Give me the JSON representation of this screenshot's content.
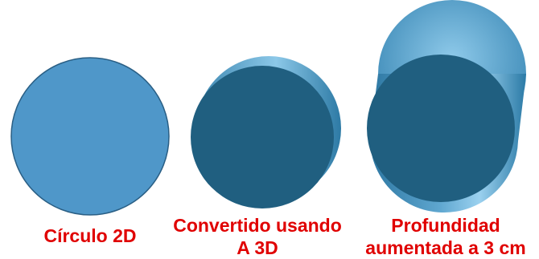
{
  "figures": [
    {
      "id": "circle-2d",
      "caption_lines": [
        "Círculo 2D"
      ]
    },
    {
      "id": "converted-3d",
      "caption_lines": [
        "Convertido usando",
        "A 3D"
      ]
    },
    {
      "id": "depth-3cm",
      "caption_lines": [
        "Profundidad",
        "aumentada a 3 cm"
      ]
    }
  ],
  "colors": {
    "flat_fill": "#4f97c9",
    "flat_stroke": "#2a5f85",
    "face_fill": "#205f80",
    "side_light": "#7fc1e3",
    "side_dark": "#1d5f80",
    "caption": "#e00000"
  }
}
